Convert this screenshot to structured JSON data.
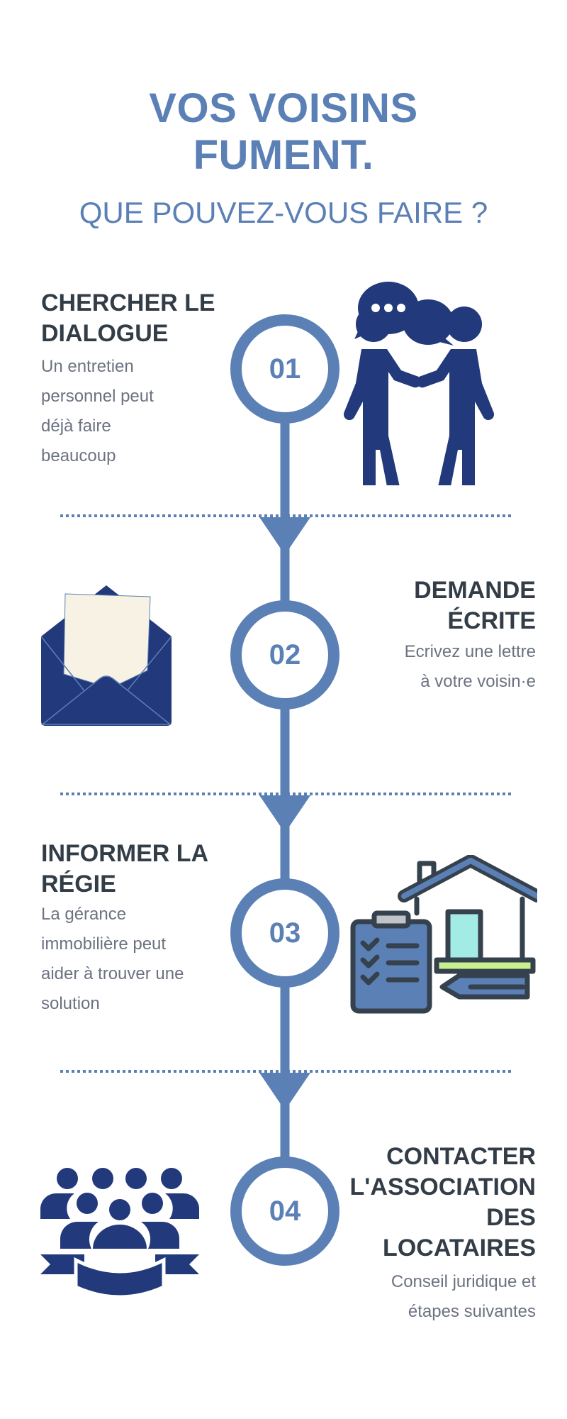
{
  "header": {
    "title_line1": "VOS VOISINS",
    "title_line2": "FUMENT.",
    "subtitle": "QUE POUVEZ-VOUS FAIRE ?"
  },
  "steps": [
    {
      "number": "01",
      "heading": [
        "CHERCHER LE",
        "DIALOGUE"
      ],
      "body": [
        "Un entretien",
        "personnel peut",
        "déjà faire",
        "beaucoup"
      ],
      "icon": "two-people-talking-icon"
    },
    {
      "number": "02",
      "heading": [
        "DEMANDE",
        "ÉCRITE"
      ],
      "body": [
        "Ecrivez une lettre",
        "à votre voisin·e"
      ],
      "icon": "envelope-letter-icon"
    },
    {
      "number": "03",
      "heading": [
        "INFORMER LA",
        "RÉGIE"
      ],
      "body": [
        "La gérance",
        "immobilière peut",
        "aider à trouver une",
        "solution"
      ],
      "icon": "house-clipboard-icon"
    },
    {
      "number": "04",
      "heading": [
        "CONTACTER",
        "L'ASSOCIATION",
        "DES",
        "LOCATAIRES"
      ],
      "body": [
        "Conseil juridique et",
        "étapes suivantes"
      ],
      "icon": "group-people-icon"
    }
  ],
  "colors": {
    "accent": "#5b80b5",
    "navy": "#22397b",
    "text_dark": "#333d47",
    "text_gray": "#6b7280"
  }
}
